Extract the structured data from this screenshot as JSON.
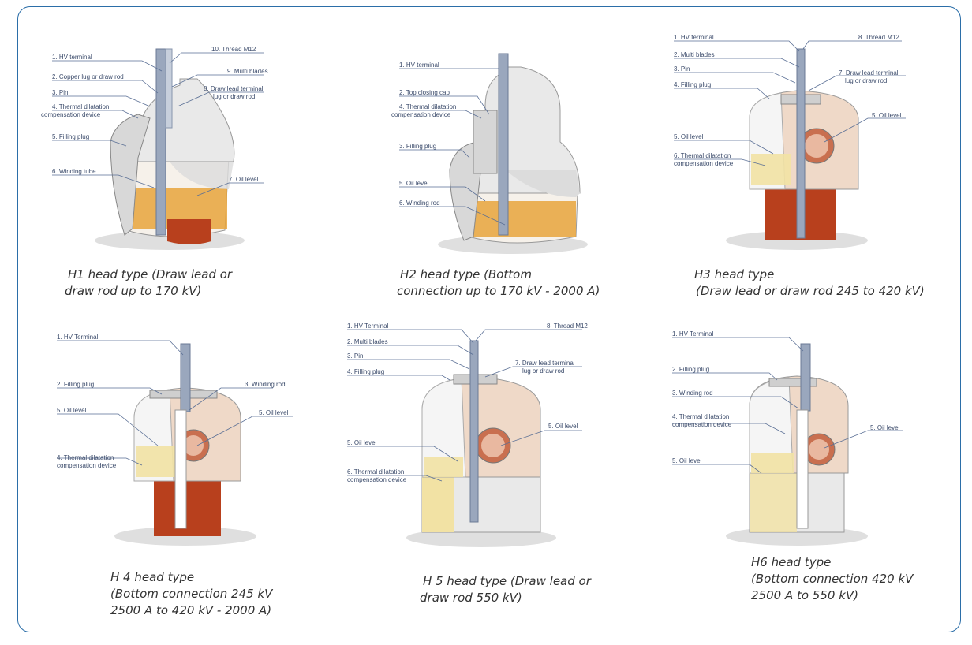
{
  "panels": [
    {
      "id": "h1",
      "caption": [
        "H1 head type (Draw lead or",
        "draw rod up to 170 kV)"
      ],
      "labels": [
        "1. HV terminal",
        "2. Copper lug or draw rod",
        "3. Pin",
        "4. Thermal dilatation",
        "compensation device",
        "5. Filling plug",
        "6. Winding tube",
        "10. Thread M12",
        "9. Multi blades",
        "8. Draw lead terminal",
        "lug or draw rod",
        "7. Oil level"
      ]
    },
    {
      "id": "h2",
      "caption": [
        "H2 head type (Bottom",
        "connection up to 170 kV - 2000 A)"
      ],
      "labels": [
        "1. HV terminal",
        "2. Top closing cap",
        "4. Thermal dilatation",
        "compensation device",
        "3. Filling plug",
        "5. Oil level",
        "6. Winding rod"
      ]
    },
    {
      "id": "h3",
      "caption": [
        "H3 head type",
        "(Draw lead or draw rod 245 to 420 kV)"
      ],
      "labels": [
        "1. HV terminal",
        "2. Multi blades",
        "3. Pin",
        "4. Filling plug",
        "5. Oil level",
        "6. Thermal dilatation",
        "compensation device",
        "8. Thread M12",
        "7. Draw lead terminal",
        "lug or draw rod",
        "5. Oil level"
      ]
    },
    {
      "id": "h4",
      "caption": [
        "H 4 head type",
        "(Bottom connection 245 kV",
        "2500 A to 420 kV - 2000 A)"
      ],
      "labels": [
        "1. HV Terminal",
        "2. Filling plug",
        "5. Oil level",
        "4. Thermal dilatation",
        "compensation device",
        "3. Winding rod",
        "5. Oil level"
      ]
    },
    {
      "id": "h5",
      "caption": [
        "H 5 head type (Draw lead or",
        "draw rod 550 kV)"
      ],
      "labels": [
        "1. HV Terminal",
        "2. Multi blades",
        "3. Pin",
        "4. Filling plug",
        "5. Oil level",
        "6. Thermal dilatation",
        "compensation device",
        "8. Thread M12",
        "7. Draw lead terminal",
        "lug or draw rod",
        "5. Oil level"
      ]
    },
    {
      "id": "h6",
      "caption": [
        "H6 head type",
        "(Bottom connection 420 kV",
        "2500 A to 550 kV)"
      ],
      "labels": [
        "1. HV Terminal",
        "2. Filling plug",
        "3. Winding rod",
        "4. Thermal dilatation",
        "compensation device",
        "5. Oil level",
        "5. Oil level"
      ]
    }
  ],
  "colors": {
    "frame": "#2b6ea8",
    "label_text": "#3a4a6a",
    "leader": "#5a6f95",
    "casting": "#e6e6e6",
    "housing": "#efd9c8",
    "oil": "#e7a43c",
    "insulator": "#b8401d",
    "rod": "#8c9bb5"
  }
}
